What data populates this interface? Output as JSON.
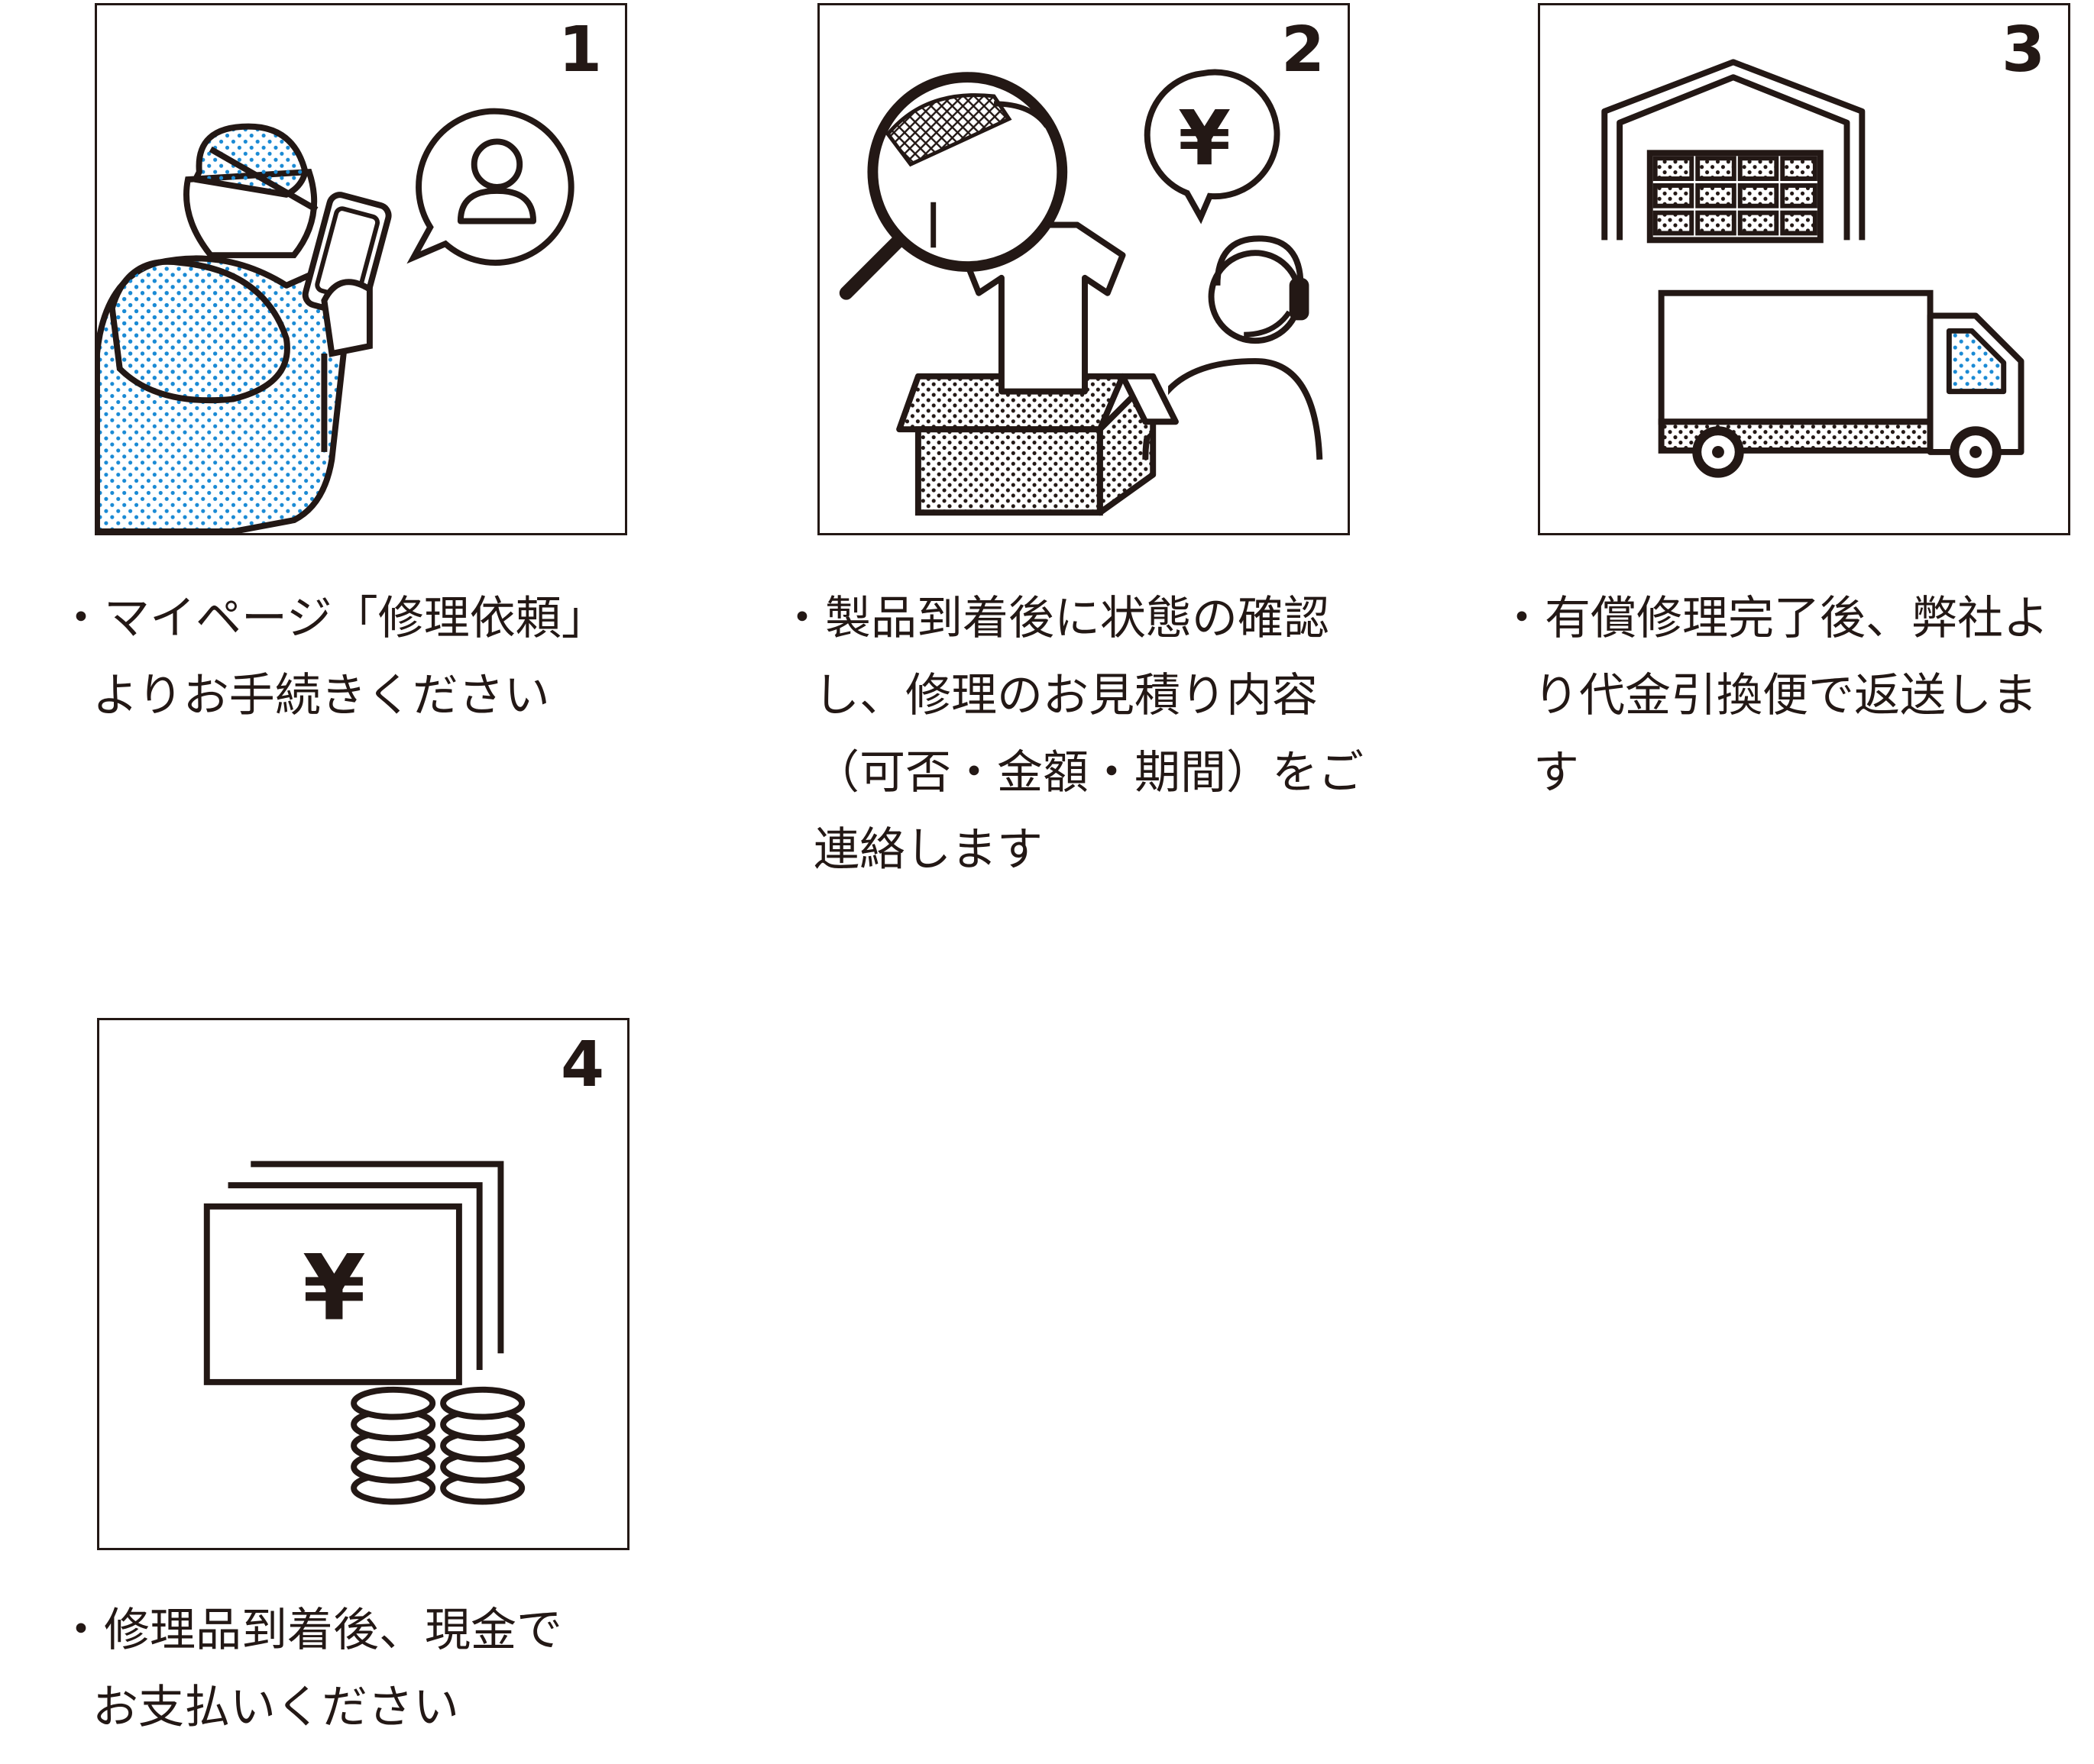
{
  "steps": [
    {
      "number": "1",
      "bullet": "・",
      "caption": "マイページ「修理依頼」\nよりお手続きください",
      "icon": "phone-request-icon"
    },
    {
      "number": "2",
      "bullet": "・",
      "caption": "製品到着後に状態の確認\nし、修理のお見積り内容\n（可否・金額・期間）をご\n連絡します",
      "icon": "inspection-estimate-icon"
    },
    {
      "number": "3",
      "bullet": "・",
      "caption": "有償修理完了後、弊社よ\nり代金引換便で返送しま\nす",
      "icon": "warehouse-truck-icon"
    },
    {
      "number": "4",
      "bullet": "・",
      "caption": "修理品到着後、現金で\nお支払いください",
      "icon": "cash-payment-icon"
    }
  ],
  "colors": {
    "ink": "#231815",
    "accent_blue": "#1a8ad4",
    "background": "#ffffff"
  }
}
